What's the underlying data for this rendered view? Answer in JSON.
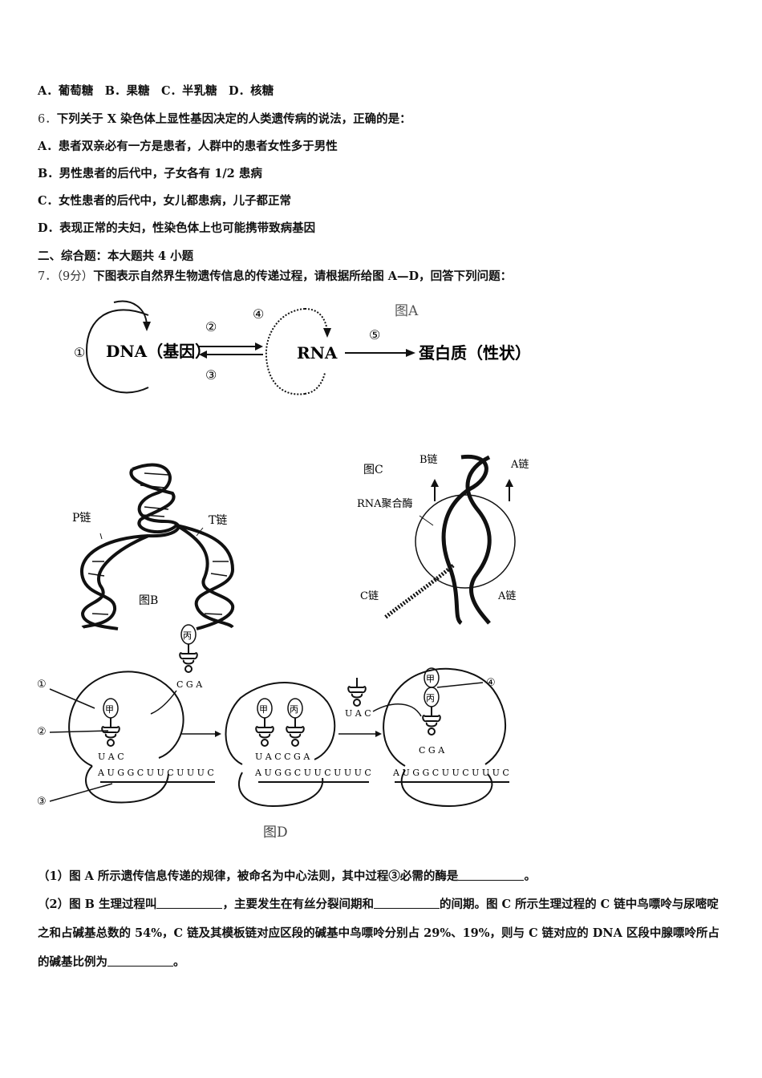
{
  "q5_options": {
    "text": "A．葡萄糖　B．果糖　C．半乳糖　D．核糖"
  },
  "q6": {
    "number": "6．",
    "stem": "下列关于 X 染色体上显性基因决定的人类遗传病的说法，正确的是：",
    "options": [
      "A．患者双亲必有一方是患者，人群中的患者女性多于男性",
      "B．男性患者的后代中，子女各有 1/2 患病",
      "C．女性患者的后代中，女儿都患病，儿子都正常",
      "D．表现正常的夫妇，性染色体上也可能携带致病基因"
    ]
  },
  "section2": {
    "heading": "二、综合题：本大题共 4 小题"
  },
  "q7": {
    "number": "7．",
    "points": "（9分）",
    "stem": "下图表示自然界生物遗传信息的传递过程，请根据所给图 A—D，回答下列问题："
  },
  "figA": {
    "title": "图A",
    "dna": "DNA（基因）",
    "rna": "RNA",
    "protein": "蛋白质（性状）",
    "markers": [
      "①",
      "②",
      "③",
      "④",
      "⑤"
    ]
  },
  "figB": {
    "title": "图B",
    "p_chain": "P链",
    "t_chain": "T链"
  },
  "figC": {
    "title": "图C",
    "b_chain": "B链",
    "a_chain_top": "A链",
    "a_chain_bottom": "A链",
    "c_chain": "C链",
    "enzyme": "RNA聚合酶"
  },
  "figD": {
    "title": "图D",
    "markers": [
      "①",
      "②",
      "③",
      "④"
    ],
    "trna_labels": [
      "甲",
      "丙"
    ],
    "anticodon_cga": "C G A",
    "anticodon_uac": "U A C",
    "step1_anticodon": "U A C",
    "step2_anticodons": "U A C C G A",
    "mrna": "A U G G C U U C U U U C"
  },
  "subquestions": {
    "q1_prefix": "（1）图 A 所示遗传信息传递的规律，被命名为中心法则，其中过程③必需的酶是",
    "q1_suffix": "。",
    "q2_part1": "（2）图 B 生理过程叫",
    "q2_part2": "，主要发生在有丝分裂间期和",
    "q2_part3": "的间期。图 C 所示生理过程的 C 链中鸟嘌呤与尿嘧啶之和占碱基总数的 54%，C 链及其模板链对应区段的碱基中鸟嘌呤分别占 29%、19%，则与 C 链对应的 DNA 区段中腺嘌呤所占的碱基比例为",
    "q2_suffix": "。"
  }
}
